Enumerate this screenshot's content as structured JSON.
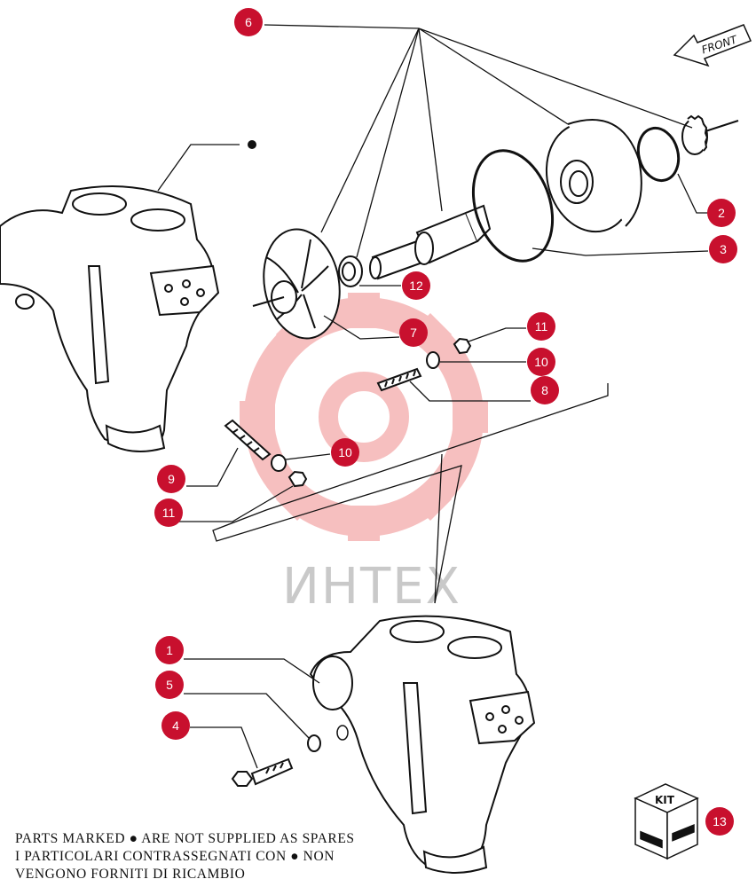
{
  "callouts": {
    "c1": "1",
    "c2": "2",
    "c3": "3",
    "c4": "4",
    "c5": "5",
    "c6": "6",
    "c7": "7",
    "c8": "8",
    "c9": "9",
    "c10a": "10",
    "c10b": "10",
    "c11a": "11",
    "c11b": "11",
    "c12": "12",
    "c13": "13"
  },
  "front_label": "FRONT",
  "kit_label": "KIT",
  "watermark": "ИНТЕХ",
  "notes": {
    "line1": "PARTS MARKED ● ARE NOT SUPPLIED AS SPARES",
    "line2": "I PARTICOLARI CONTRASSEGNATI CON ●  NON",
    "line3": "VENGONO FORNITI DI RICAMBIO"
  },
  "colors": {
    "callout_fill": "#c8102e",
    "line": "#111111",
    "watermark_red": "#f3b8b8",
    "watermark_gray": "#c9c9c9"
  }
}
